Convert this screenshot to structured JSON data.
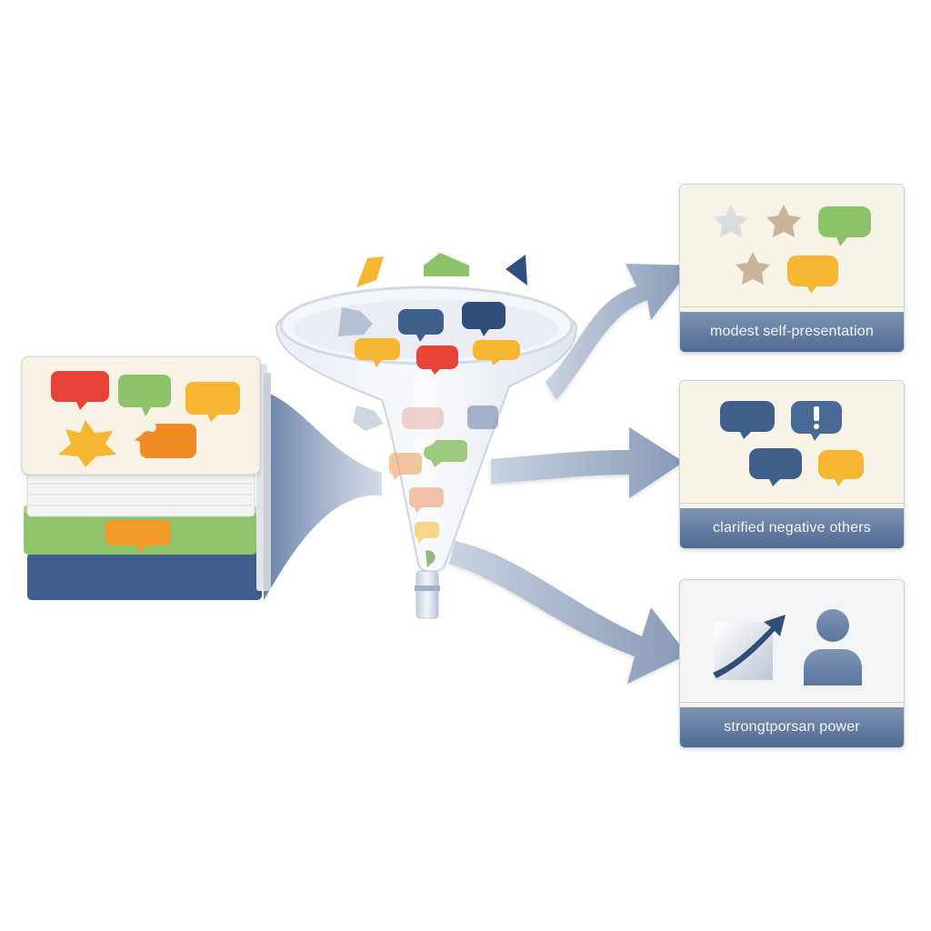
{
  "diagram": {
    "source_stack": {
      "label": "stack-of-message-cards"
    },
    "filter": {
      "label": "funnel"
    },
    "outputs": [
      {
        "id": "modest",
        "label": "modest self-presentation",
        "icons": [
          "star-icon",
          "star-icon",
          "speech-bubble-icon",
          "star-icon",
          "speech-bubble-icon"
        ]
      },
      {
        "id": "negative",
        "label": "clarified negative others",
        "icons": [
          "speech-bubble-icon",
          "exclamation-bubble-icon",
          "speech-bubble-icon",
          "speech-bubble-icon"
        ]
      },
      {
        "id": "power",
        "label": "strongt͏porsan power",
        "icons": [
          "trend-arrow-icon",
          "person-icon"
        ]
      }
    ],
    "colors": {
      "red": "#e8413a",
      "green": "#8cc26a",
      "yellow": "#f5b731",
      "orange": "#f38b25",
      "navy": "#3e5f8a",
      "arrow": "#9aaac2",
      "cream": "#f7f3e6",
      "caption_blue": "#5a749e"
    }
  }
}
